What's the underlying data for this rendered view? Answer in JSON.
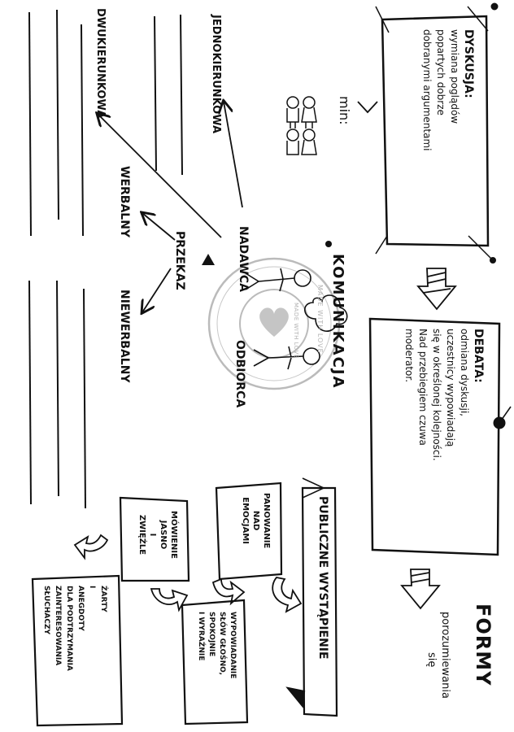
{
  "diagram": {
    "title_formy": "FORMY",
    "porozumiewania": [
      "porozumiewania",
      "się"
    ],
    "dyskusja": {
      "heading": "DYSKUSJA:",
      "lines": [
        "wymiana poglądów",
        "popartych dobrze",
        "dobranymi argumentami"
      ]
    },
    "min_label": "min:",
    "komunikacja": "KOMUNIKACJA",
    "debata": {
      "heading": "DEBATA:",
      "lines": [
        "odmiana dyskusji,",
        "uczestnicy wypowiadają",
        "się w określonej kolejności.",
        "Nad przebiegiem czuwa",
        "moderator."
      ]
    },
    "jednokierunkowa": "JEDNOKIERUNKOWA",
    "dwukierunkowa": "DWUKIERUNKOWA",
    "nadawca": "NADAWCA",
    "odbiorca": "ODBIORCA",
    "przekaz": "PRZEKAZ",
    "werbalny": "WERBALNY",
    "niewerbalny": "NIEWERBALNY",
    "publiczne": "PUBLICZNE WYSTĄPIENIE",
    "panowanie": [
      "PANOWANIE",
      "NAD",
      "EMOCJAMI"
    ],
    "mowienie": [
      "MÓWIENIE",
      "JASNO",
      "I",
      "ZWIĘŹLE"
    ],
    "wypowiadanie": [
      "WYPOWIADANIE",
      "SŁÓW GŁOŚNO,",
      "SPOKOJNIE",
      "I WYRAŹNIE"
    ],
    "zarty": [
      "ŻARTY",
      "I",
      "ANEGDOTY",
      "DLA PODTRZYMANIA",
      "ZAINTERESOWANIA",
      "SŁUCHACZY"
    ],
    "stamp": {
      "outer": "MADE WITH LOVE",
      "center": "MADE WITH LOVE"
    }
  }
}
